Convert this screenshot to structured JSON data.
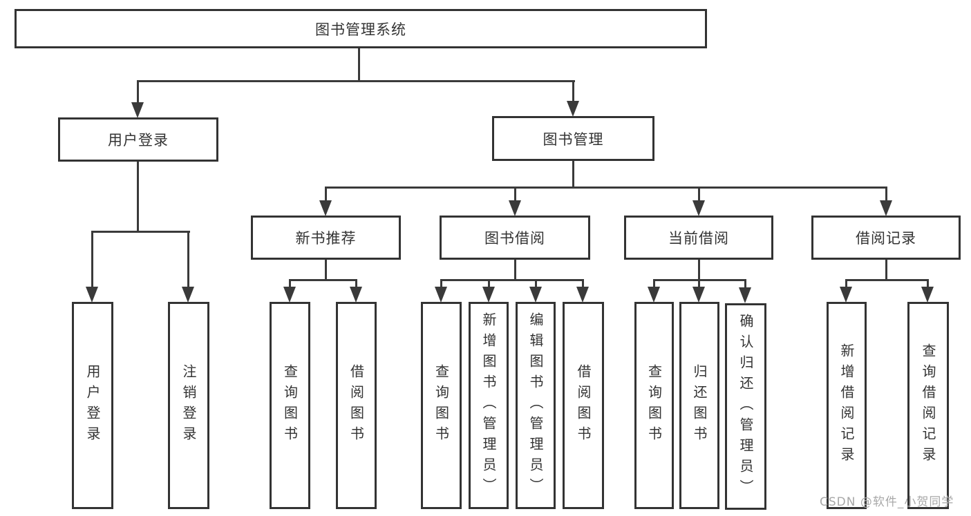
{
  "diagram": {
    "root": "图书管理系统",
    "branches": [
      {
        "label": "用户登录",
        "leaves": [
          "用户登录",
          "注销登录"
        ]
      },
      {
        "label": "图书管理",
        "groups": [
          {
            "label": "新书推荐",
            "leaves": [
              "查询图书",
              "借阅图书"
            ]
          },
          {
            "label": "图书借阅",
            "leaves": [
              "查询图书",
              "新增图书（管理员）",
              "编辑图书（管理员）",
              "借阅图书"
            ]
          },
          {
            "label": "当前借阅",
            "leaves": [
              "查询图书",
              "归还图书",
              "确认归还（管理员）"
            ]
          },
          {
            "label": "借阅记录",
            "leaves": [
              "新增借阅记录",
              "查询借阅记录"
            ]
          }
        ]
      }
    ]
  },
  "watermark": "CSDN @软件_小贺同学",
  "colors": {
    "line": "#3a3a3a",
    "border": "#333333",
    "text": "#333333",
    "background": "#ffffff",
    "watermark": "#a8a8a8"
  }
}
